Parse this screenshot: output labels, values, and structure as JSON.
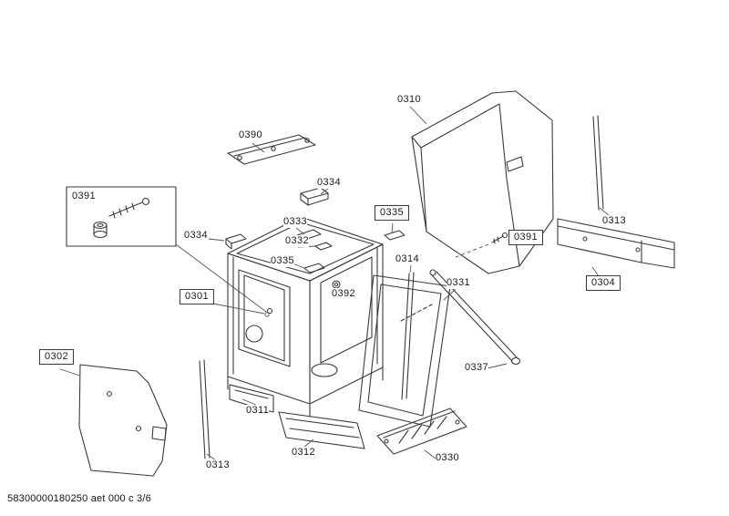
{
  "diagram": {
    "type": "exploded-parts-diagram",
    "colors": {
      "background": "#ffffff",
      "line": "#3a3a3a",
      "leader": "#555555",
      "text": "#1a1a1a"
    }
  },
  "labels": [
    {
      "id": "0310",
      "text": "0310"
    },
    {
      "id": "0390",
      "text": "0390"
    },
    {
      "id": "0334-top",
      "text": "0334"
    },
    {
      "id": "0391-kit",
      "text": "0391"
    },
    {
      "id": "0334-left",
      "text": "0334"
    },
    {
      "id": "0333",
      "text": "0333"
    },
    {
      "id": "0332",
      "text": "0332"
    },
    {
      "id": "0335-right",
      "text": "0335"
    },
    {
      "id": "0391-right",
      "text": "0391"
    },
    {
      "id": "0335-left",
      "text": "0335"
    },
    {
      "id": "0314",
      "text": "0314"
    },
    {
      "id": "0331",
      "text": "0331"
    },
    {
      "id": "0301",
      "text": "0301"
    },
    {
      "id": "0392",
      "text": "0392"
    },
    {
      "id": "0304",
      "text": "0304"
    },
    {
      "id": "0313-right",
      "text": "0313"
    },
    {
      "id": "0337",
      "text": "0337"
    },
    {
      "id": "0302",
      "text": "0302"
    },
    {
      "id": "0311",
      "text": "0311"
    },
    {
      "id": "0313-bottom",
      "text": "0313"
    },
    {
      "id": "0312",
      "text": "0312"
    },
    {
      "id": "0330",
      "text": "0330"
    }
  ],
  "footer": {
    "doc_code": "58300000180250 aet 000 c 3/6"
  }
}
